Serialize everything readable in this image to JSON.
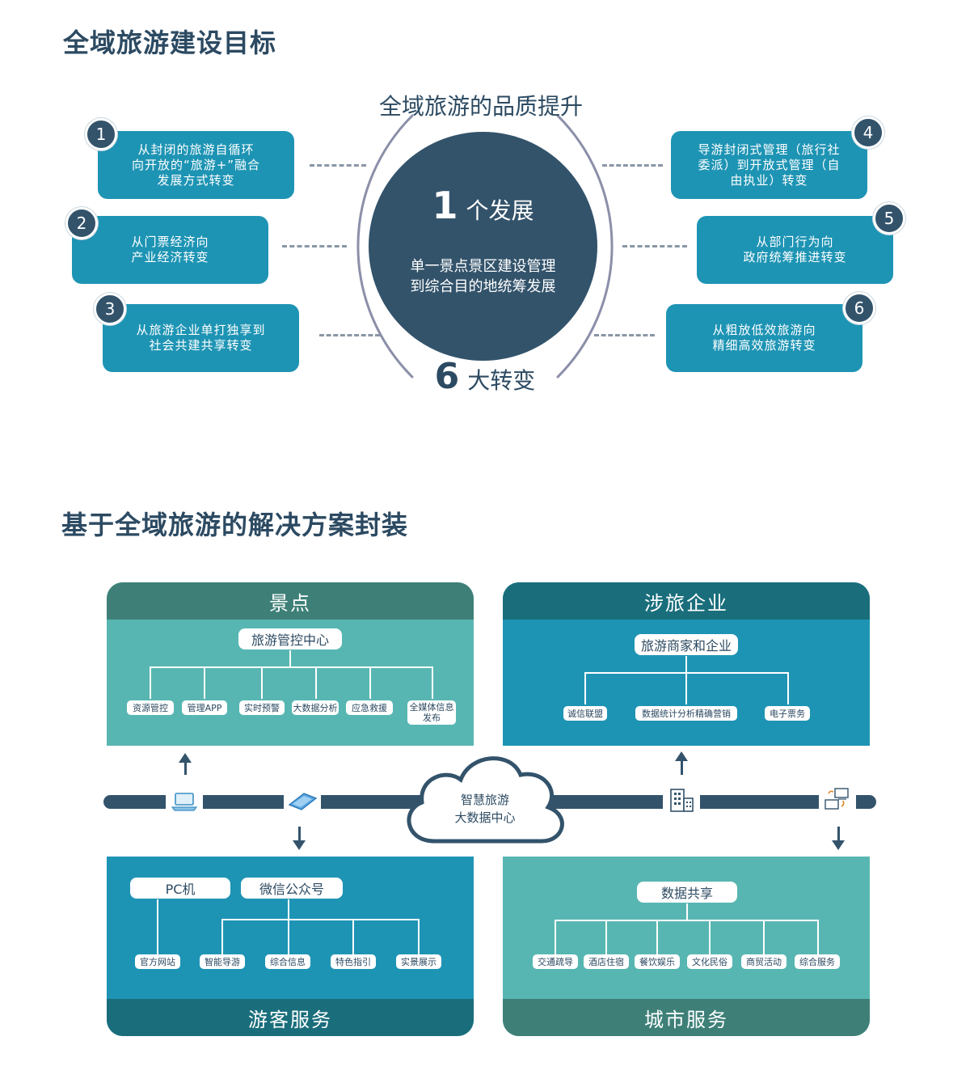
{
  "section1": {
    "title": "全域旅游建设目标",
    "quality": "全域旅游的品质提升",
    "center": {
      "num": "1",
      "label": "个发展",
      "desc": [
        "单一景点景区建设管理",
        "到综合目的地统筹发展"
      ]
    },
    "bottom": {
      "num": "6",
      "label": "大转变"
    },
    "items": [
      {
        "num": "1",
        "lines": [
          "从封闭的旅游自循环",
          "向开放的“旅游+”融合",
          "发展方式转变"
        ]
      },
      {
        "num": "2",
        "lines": [
          "从门票经济向",
          "产业经济转变"
        ]
      },
      {
        "num": "3",
        "lines": [
          "从旅游企业单打独享到",
          "社会共建共享转变"
        ]
      },
      {
        "num": "4",
        "lines": [
          "导游封闭式管理（旅行社",
          "委派）到开放式管理（自",
          "由执业）转变"
        ]
      },
      {
        "num": "5",
        "lines": [
          "从部门行为向",
          "政府统筹推进转变"
        ]
      },
      {
        "num": "6",
        "lines": [
          "从粗放低效旅游向",
          "精细高效旅游转变"
        ]
      }
    ]
  },
  "section2": {
    "title": "基于全域旅游的解决方案封装",
    "colors": {
      "dark": "#33536b",
      "teal_dark": "#3e8078",
      "teal_light": "#58b6b2",
      "blue_dark": "#1a6e7c",
      "blue": "#1e94b4"
    },
    "scenic": {
      "title": "景点",
      "root": "旅游管控中心",
      "leaves": [
        "资源管控",
        "管理APP",
        "实时预警",
        "大数据分析",
        "应急救援",
        "全媒体信息发布"
      ]
    },
    "enterprise": {
      "title": "涉旅企业",
      "root": "旅游商家和企业",
      "leaves": [
        "诚信联盟",
        "数据统计分析精确营销",
        "电子票务"
      ]
    },
    "center": {
      "lines": [
        "智慧旅游",
        "大数据中心"
      ]
    },
    "icons": [
      "laptop-icon",
      "tablet-icon",
      "building-icon",
      "network-computers-icon"
    ],
    "visitor": {
      "title": "游客服务",
      "root_pc": "PC机",
      "root_wechat": "微信公众号",
      "pc_leaf": "官方网站",
      "leaves": [
        "智能导游",
        "综合信息",
        "特色指引",
        "实景展示"
      ]
    },
    "city": {
      "title": "城市服务",
      "root": "数据共享",
      "leaves": [
        "交通疏导",
        "酒店住宿",
        "餐饮娱乐",
        "文化民俗",
        "商贸活动",
        "综合服务"
      ]
    }
  }
}
